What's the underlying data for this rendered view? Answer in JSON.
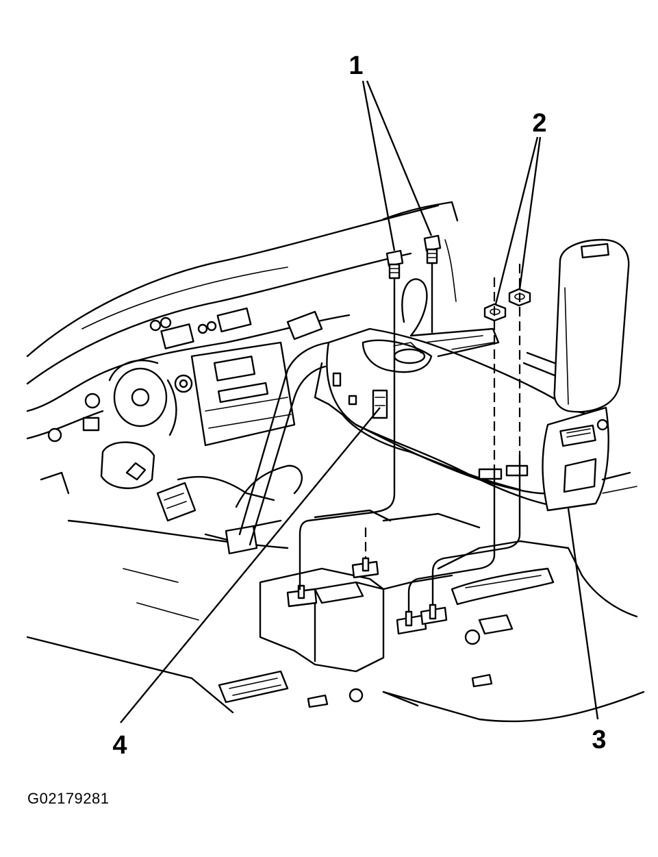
{
  "callouts": [
    {
      "id": "1",
      "label": "1"
    },
    {
      "id": "2",
      "label": "2"
    },
    {
      "id": "3",
      "label": "3"
    },
    {
      "id": "4",
      "label": "4"
    }
  ],
  "figure_id": "G02179281"
}
